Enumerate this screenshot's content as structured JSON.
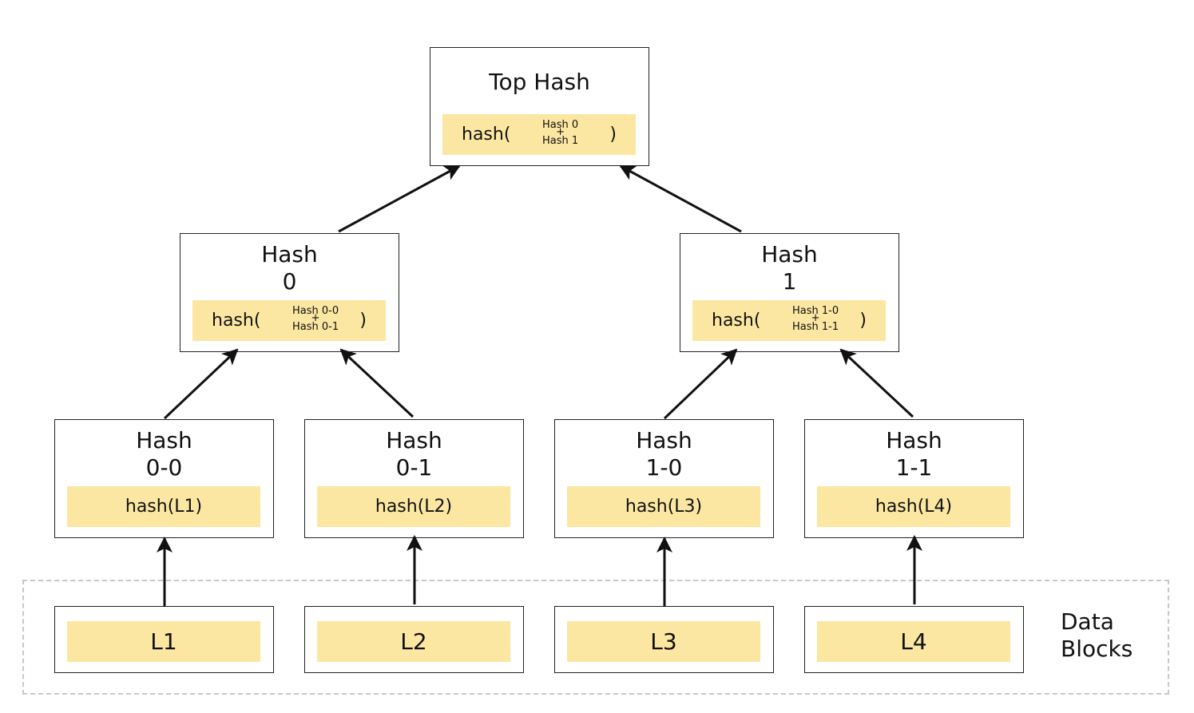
{
  "top": {
    "title_lines": [
      "Top Hash"
    ],
    "fn": "hash(",
    "inputs": [
      "Hash 0",
      "+",
      "Hash 1"
    ],
    "close": ")"
  },
  "mid": [
    {
      "title_lines": [
        "Hash",
        "0"
      ],
      "fn": "hash(",
      "inputs": [
        "Hash 0-0",
        "+",
        "Hash 0-1"
      ],
      "close": ")"
    },
    {
      "title_lines": [
        "Hash",
        "1"
      ],
      "fn": "hash(",
      "inputs": [
        "Hash 1-0",
        "+",
        "Hash 1-1"
      ],
      "close": ")"
    }
  ],
  "leaves": [
    {
      "title_lines": [
        "Hash",
        "0-0"
      ],
      "fn": "hash(L1)"
    },
    {
      "title_lines": [
        "Hash",
        "0-1"
      ],
      "fn": "hash(L2)"
    },
    {
      "title_lines": [
        "Hash",
        "1-0"
      ],
      "fn": "hash(L3)"
    },
    {
      "title_lines": [
        "Hash",
        "1-1"
      ],
      "fn": "hash(L4)"
    }
  ],
  "data_blocks": {
    "label_lines": [
      "Data",
      "Blocks"
    ],
    "items": [
      "L1",
      "L2",
      "L3",
      "L4"
    ]
  },
  "colors": {
    "hash_fill": "#fbe7a2",
    "border": "#222222",
    "group_border": "#c8c8c8",
    "arrow": "#111111"
  }
}
